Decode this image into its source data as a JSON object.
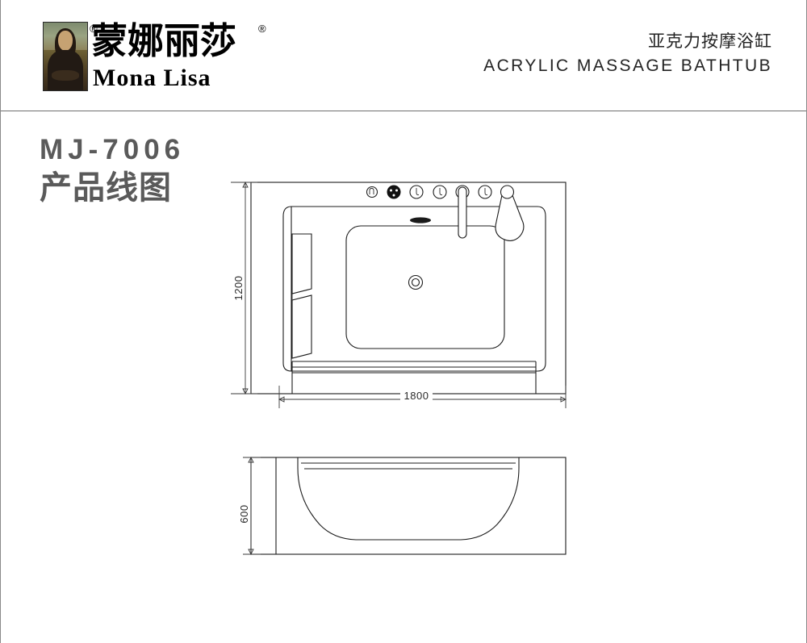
{
  "page": {
    "background_color": "#ffffff",
    "border_color": "#8a8a8a"
  },
  "header": {
    "logo": {
      "brand_cn": "蒙娜丽莎",
      "brand_en": "Mona  Lisa",
      "registered_mark_left": "®",
      "registered_mark_right": "®",
      "artwork_alt": "mona-lisa-painting"
    },
    "product_title_cn": "亚克力按摩浴缸",
    "product_title_en": "ACRYLIC MASSAGE BATHTUB",
    "text_color": "#232323"
  },
  "title_block": {
    "model_number": "MJ-7006",
    "drawing_label": "产品线图",
    "text_color": "#5a5a5a"
  },
  "drawings": {
    "top_view": {
      "name": "top-view",
      "dimensions": {
        "width_label": "1800",
        "depth_label": "1200",
        "units": "mm"
      },
      "features": [
        "overflow-port",
        "speaker-control",
        "jet-knob-1",
        "jet-knob-2",
        "jet-knob-3",
        "jet-knob-4",
        "deck-spout",
        "hand-shower",
        "pillow-upper",
        "pillow-lower",
        "center-drain",
        "apron-panel"
      ]
    },
    "side_view": {
      "name": "side-elevation-view",
      "dimensions": {
        "height_label": "600",
        "units": "mm"
      },
      "features": [
        "outer-shell",
        "basin-profile",
        "rim-line"
      ]
    },
    "line_color": "#1c1c1c",
    "dimension_color": "#3a3a3a"
  }
}
